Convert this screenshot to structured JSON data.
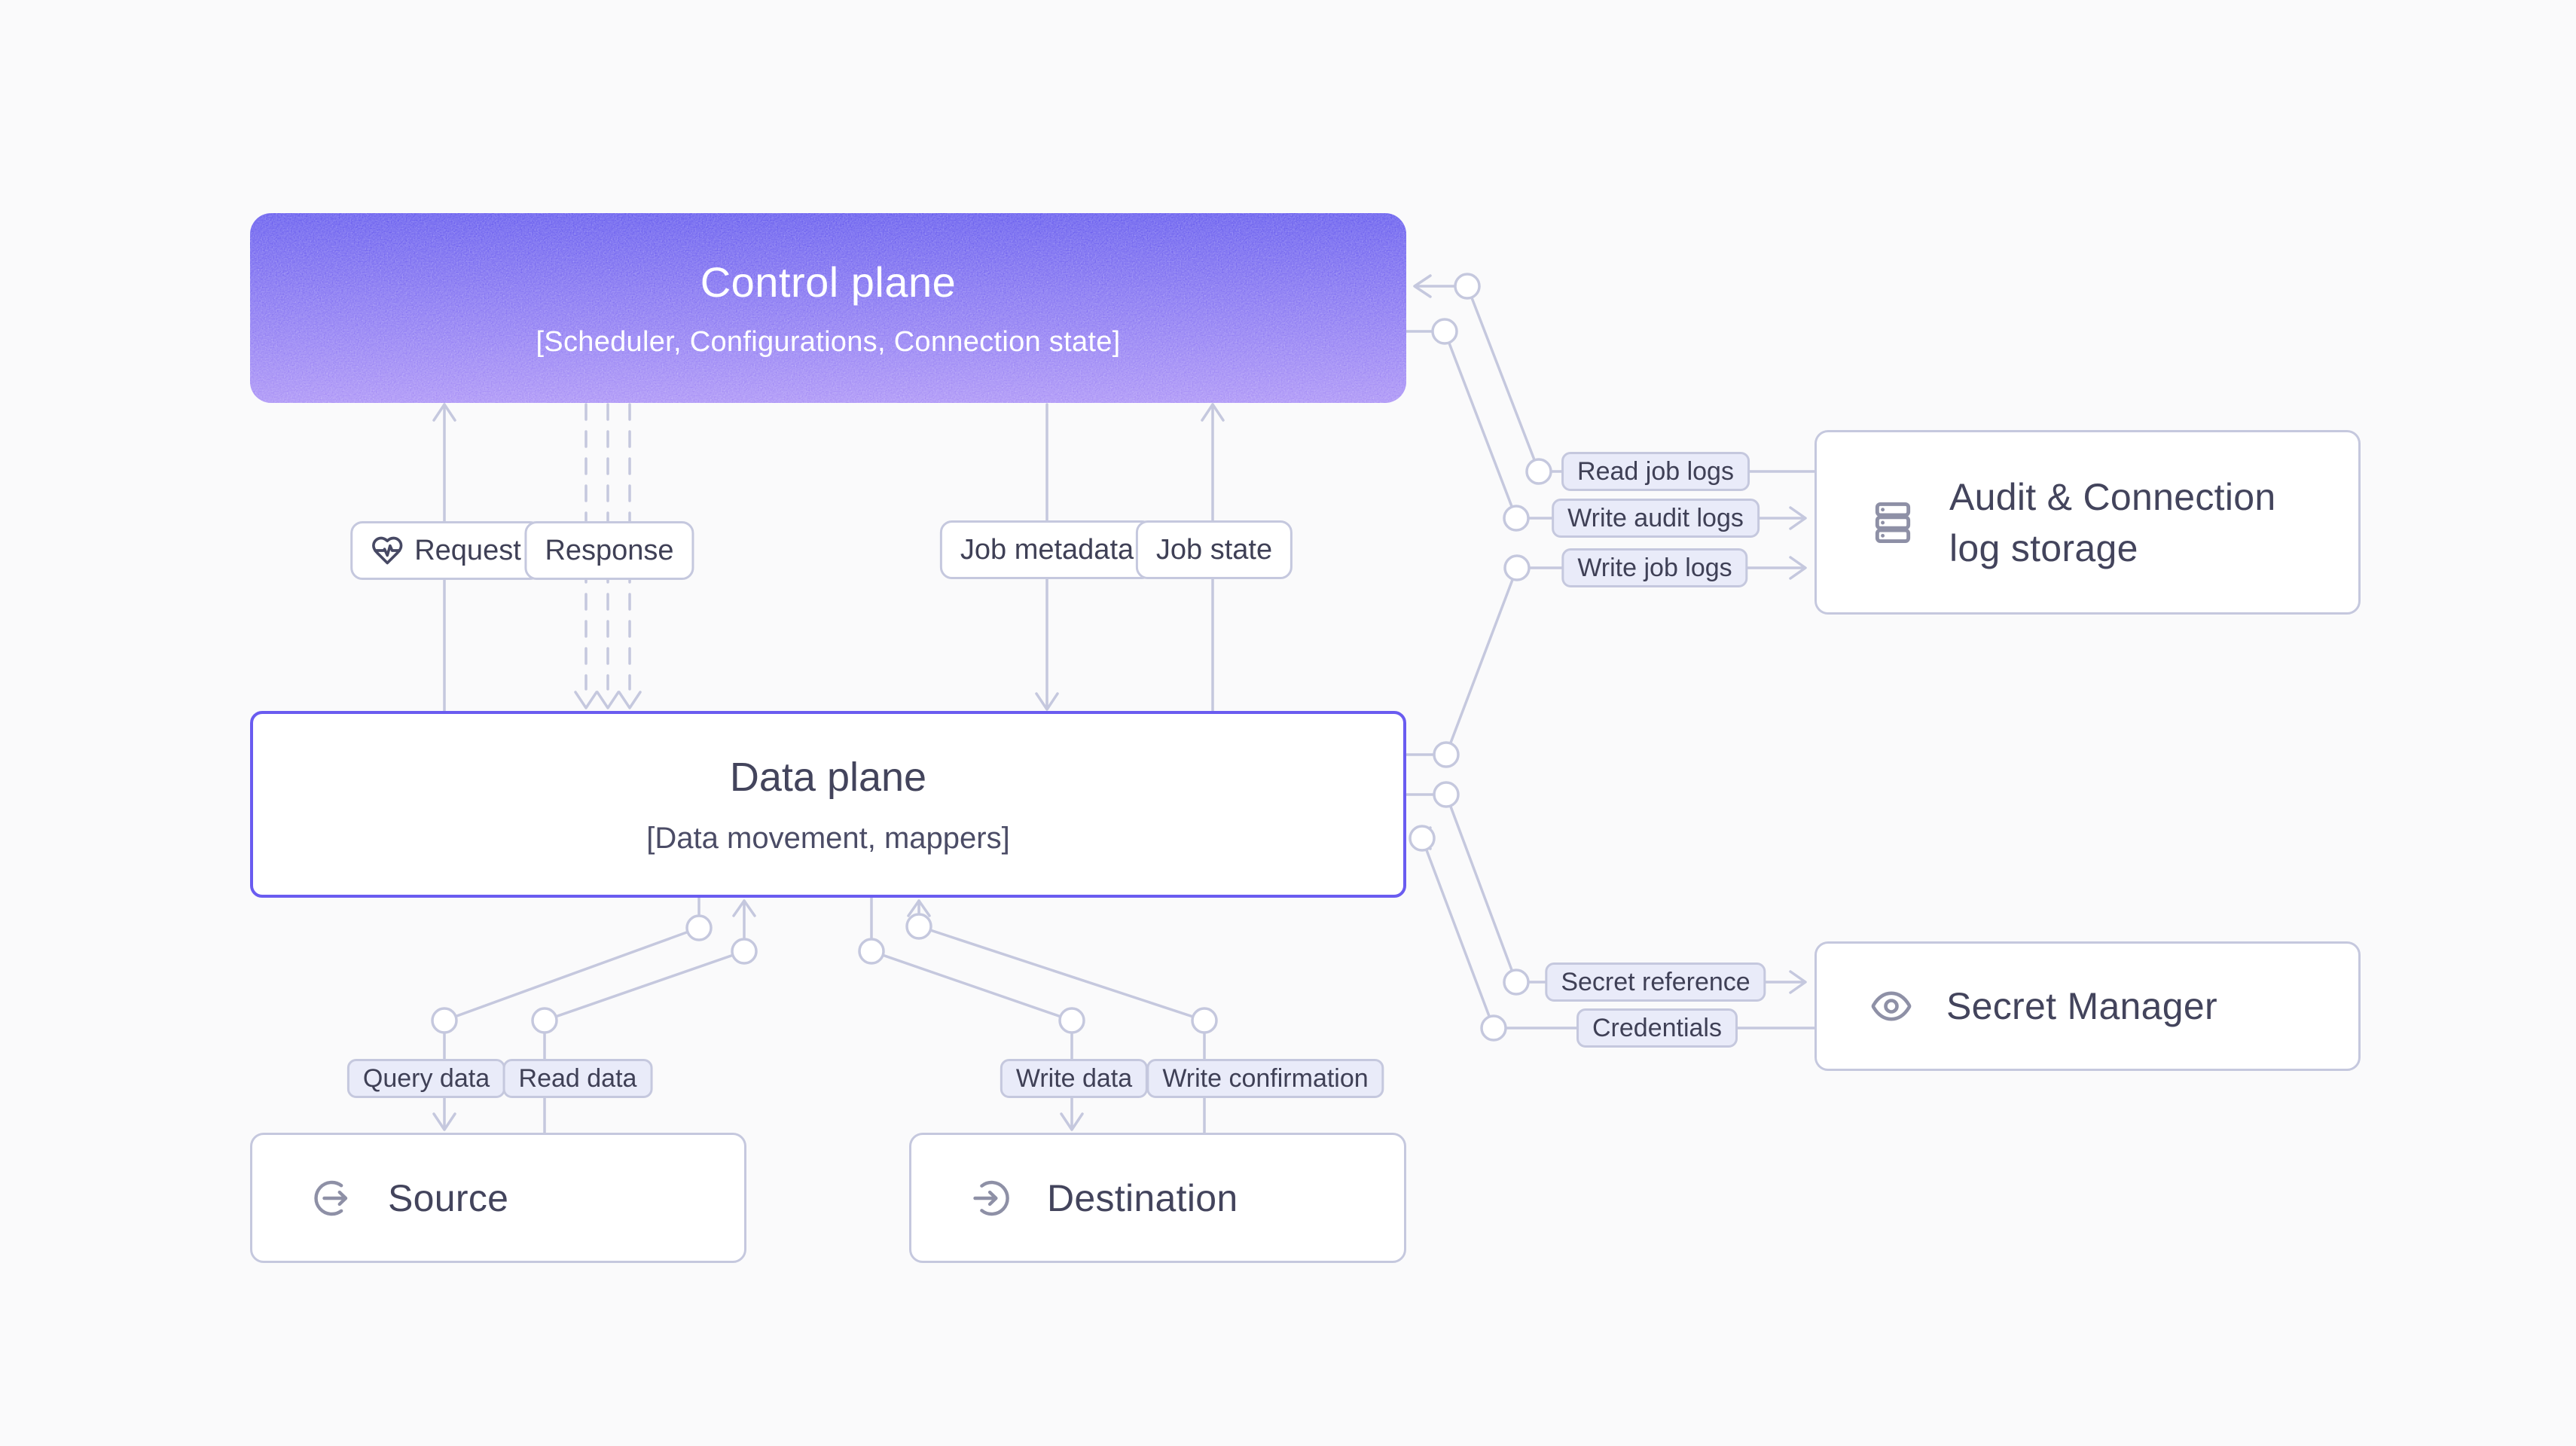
{
  "diagram_title": "Control plane / Data plane architecture diagram",
  "colors": {
    "background": "#fafafb",
    "wire": "#c5c8de",
    "ink": "#43445c",
    "icon_gray": "#8e90a6",
    "pill_tint": "#e9ebf9",
    "data_plane_border": "#6a5cf0",
    "control_plane_gradient_top": "#6156ee",
    "control_plane_gradient_bottom": "#a78ef6"
  },
  "nodes": {
    "control_plane": {
      "title": "Control plane",
      "subtitle": "[Scheduler, Configurations, Connection state]"
    },
    "data_plane": {
      "title": "Data plane",
      "subtitle": "[Data movement, mappers]"
    },
    "source": {
      "title": "Source",
      "icon": "arrow-out-circle-icon"
    },
    "destination": {
      "title": "Destination",
      "icon": "arrow-in-circle-icon"
    },
    "audit_log_storage": {
      "title": "Audit & Connection log storage",
      "lines": [
        "Audit & Connection",
        "log storage"
      ],
      "icon": "server-stack-icon"
    },
    "secret_manager": {
      "title": "Secret Manager",
      "icon": "eye-icon"
    }
  },
  "labels": {
    "request": "Request",
    "response": "Response",
    "job_metadata": "Job metadata",
    "job_state": "Job state",
    "read_job_logs": "Read job logs",
    "write_audit_logs": "Write audit logs",
    "write_job_logs": "Write job logs",
    "secret_reference": "Secret reference",
    "credentials": "Credentials",
    "query_data": "Query data",
    "read_data": "Read data",
    "write_data": "Write data",
    "write_confirmation": "Write confirmation"
  },
  "edges": [
    {
      "label": "Request",
      "from": "Data plane",
      "to": "Control plane",
      "style": "solid"
    },
    {
      "label": "Response",
      "from": "Control plane",
      "to": "Data plane",
      "style": "dashed-triple"
    },
    {
      "label": "Job metadata",
      "from": "Control plane",
      "to": "Data plane",
      "style": "solid"
    },
    {
      "label": "Job state",
      "from": "Data plane",
      "to": "Control plane",
      "style": "solid"
    },
    {
      "label": "Read job logs",
      "from": "Audit & Connection log storage",
      "to": "Control plane",
      "style": "solid"
    },
    {
      "label": "Write audit logs",
      "from": "Control plane",
      "to": "Audit & Connection log storage",
      "style": "solid"
    },
    {
      "label": "Write job logs",
      "from": "Data plane",
      "to": "Audit & Connection log storage",
      "style": "solid"
    },
    {
      "label": "Secret reference",
      "from": "Data plane",
      "to": "Secret Manager",
      "style": "solid"
    },
    {
      "label": "Credentials",
      "from": "Secret Manager",
      "to": "Data plane",
      "style": "solid"
    },
    {
      "label": "Query data",
      "from": "Data plane",
      "to": "Source",
      "style": "solid"
    },
    {
      "label": "Read data",
      "from": "Source",
      "to": "Data plane",
      "style": "solid"
    },
    {
      "label": "Write data",
      "from": "Data plane",
      "to": "Destination",
      "style": "solid"
    },
    {
      "label": "Write confirmation",
      "from": "Destination",
      "to": "Data plane",
      "style": "solid"
    }
  ]
}
